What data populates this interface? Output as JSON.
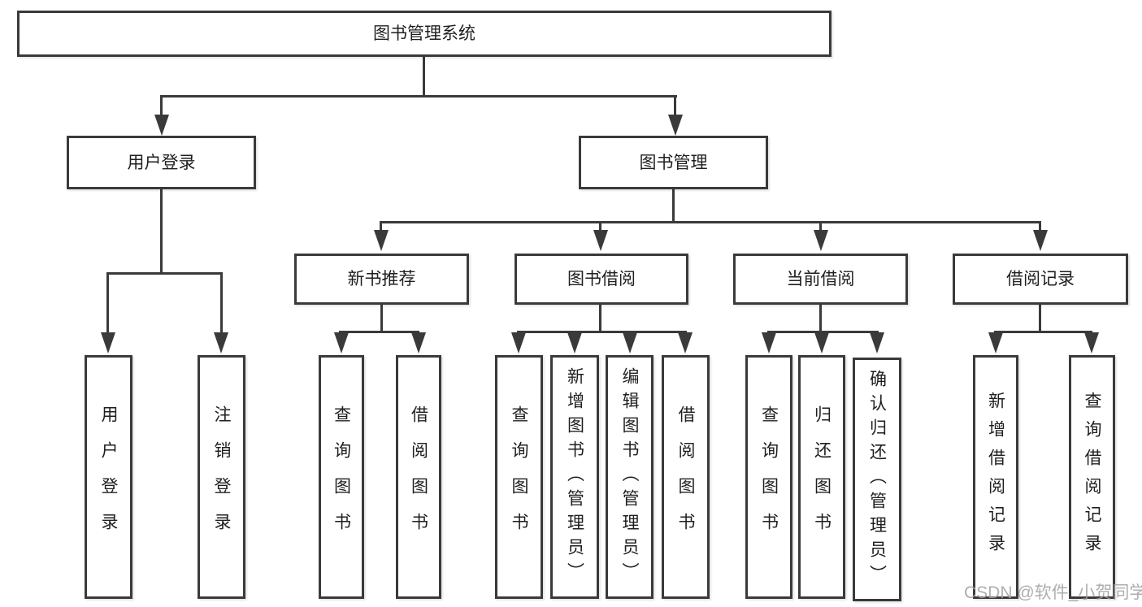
{
  "diagram": {
    "root": {
      "label": "图书管理系统"
    },
    "branches": {
      "login": {
        "label": "用户登录",
        "children": {
          "a": "用户登录",
          "b": "注销登录"
        }
      },
      "management": {
        "label": "图书管理"
      }
    },
    "groups": {
      "recommend": {
        "label": "新书推荐",
        "children": {
          "a": "查询图书",
          "b": "借阅图书"
        }
      },
      "borrow": {
        "label": "图书借阅",
        "children": {
          "a": "查询图书",
          "b": "新增图书（管理员）",
          "c": "编辑图书（管理员）",
          "d": "借阅图书"
        }
      },
      "current": {
        "label": "当前借阅",
        "children": {
          "a": "查询图书",
          "b": "归还图书",
          "c": "确认归还（管理员）"
        }
      },
      "records": {
        "label": "借阅记录",
        "children": {
          "a": "新增借阅记录",
          "b": "查询借阅记录"
        }
      }
    }
  },
  "style": {
    "line_color": "#3a3a3a",
    "text_color": "#1f1f1f",
    "watermark_color": "#b0b0b0"
  },
  "watermark": {
    "text": "CSDN @软件_小贺同学"
  }
}
